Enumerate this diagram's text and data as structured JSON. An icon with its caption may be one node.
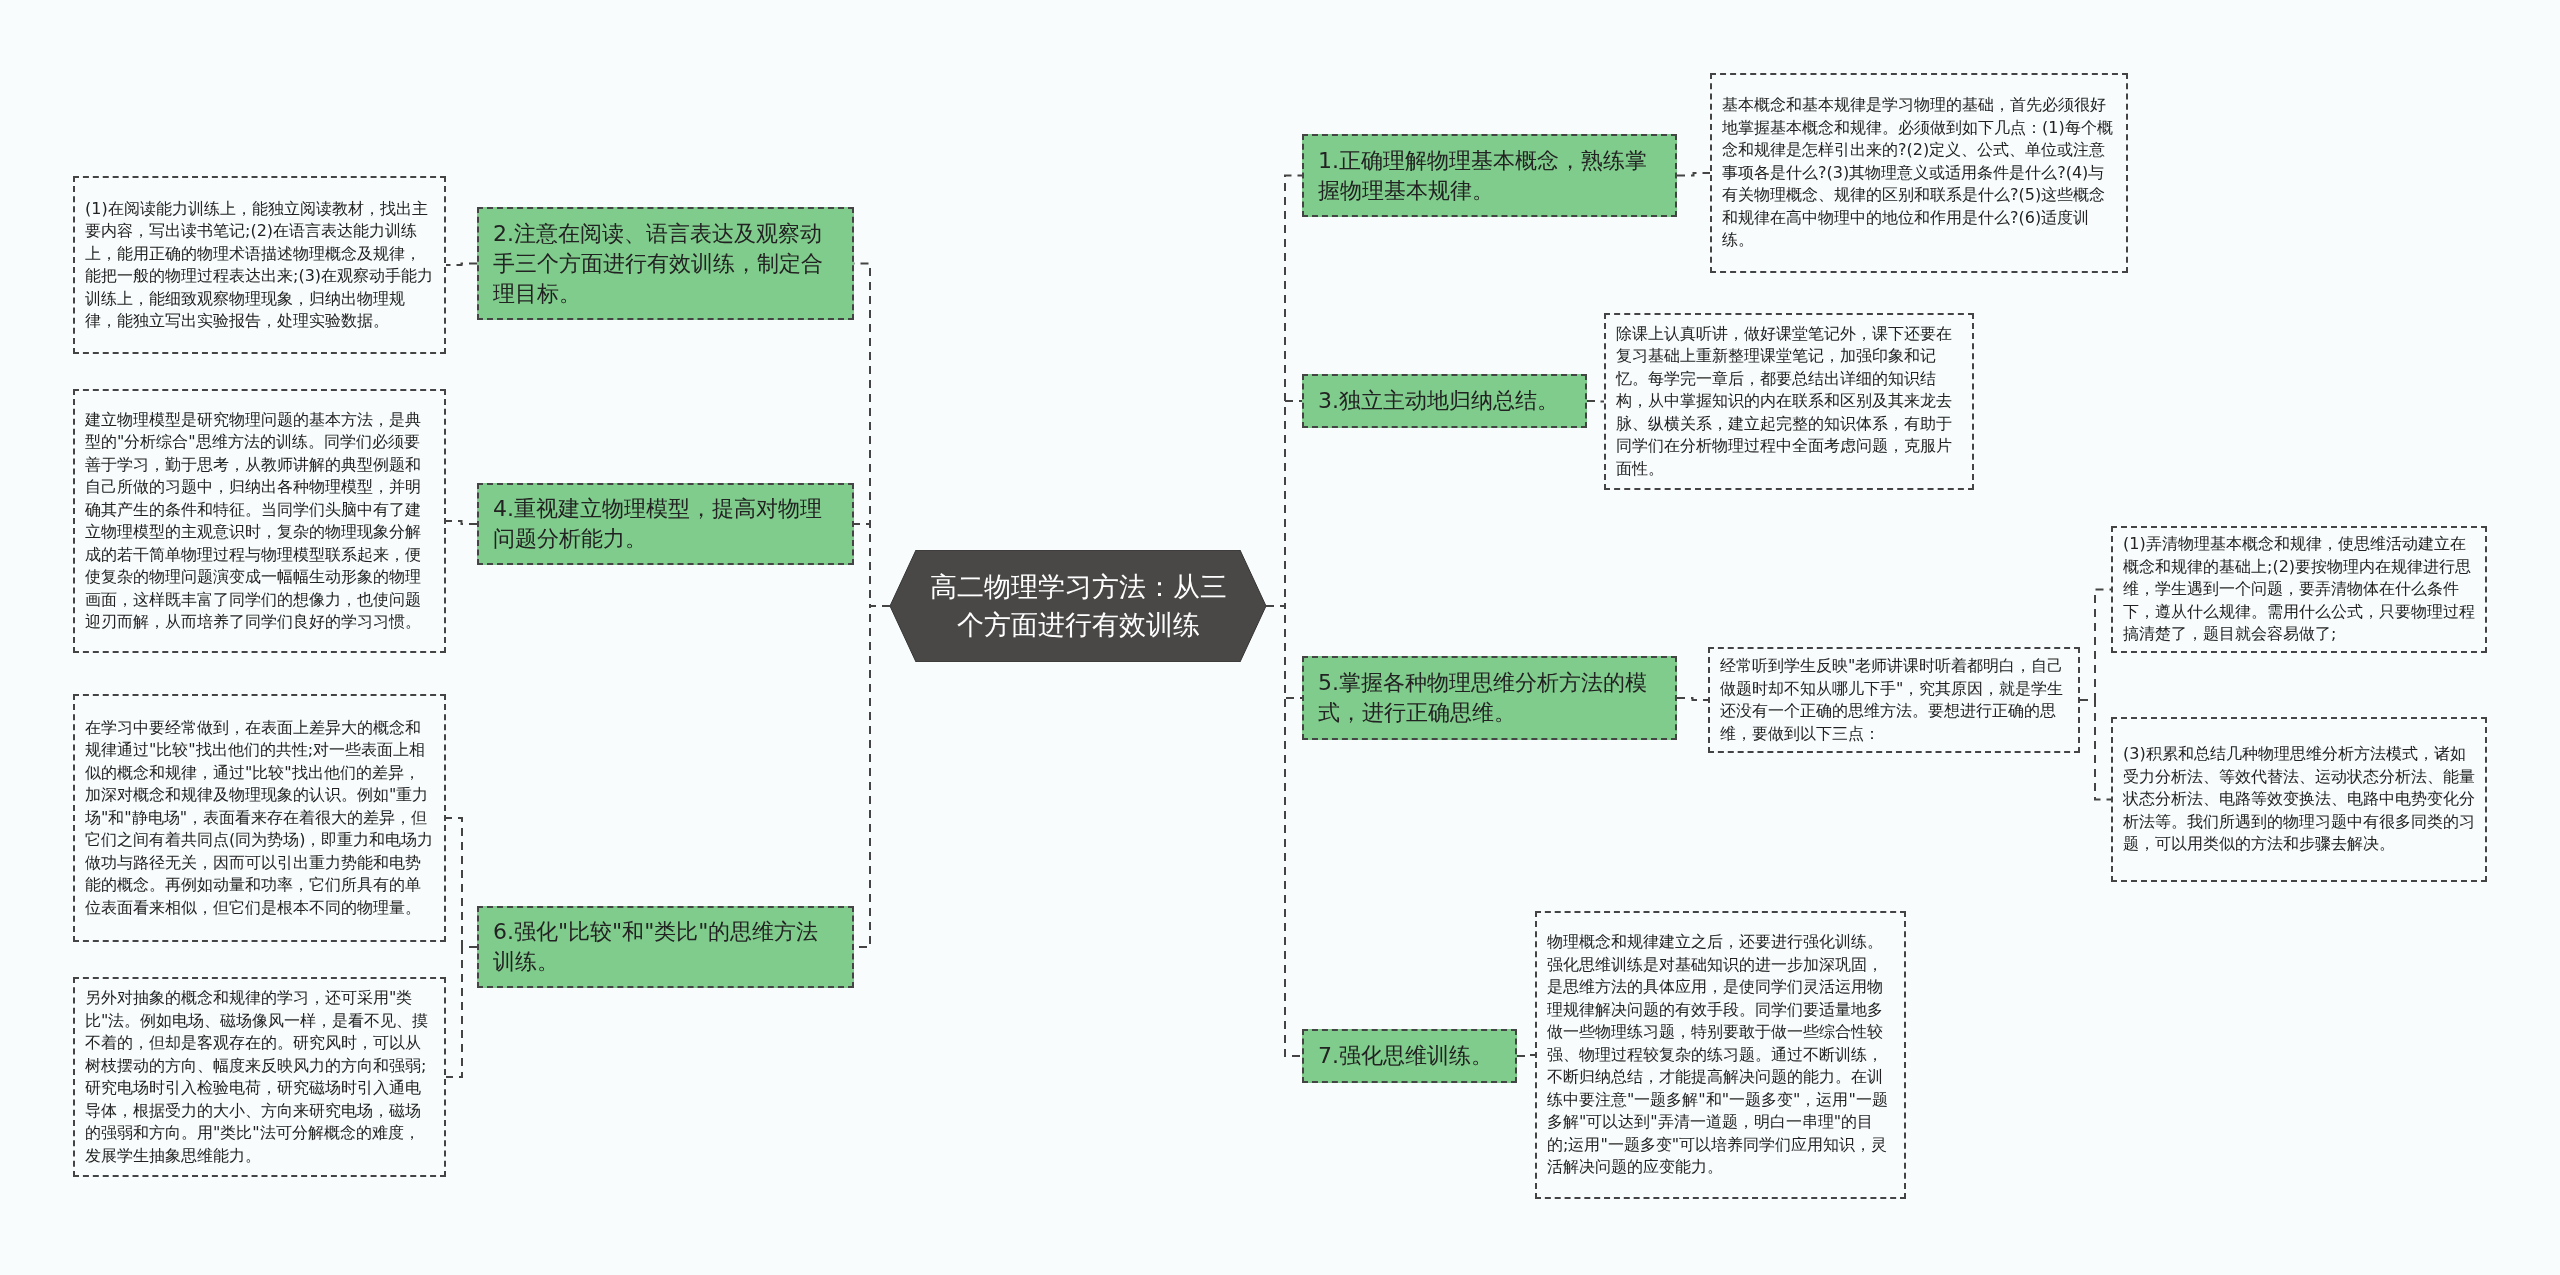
{
  "diagram": {
    "nodes": [
      {
        "text": [
          "高二物理学习方法：从三个方面进行有效训练"
        ]
      },
      {
        "text": [
          "1.正确理解物理基本概念，熟练掌握物理基本规律。"
        ]
      },
      {
        "text": [
          "基本概念和基本规律是学习物理的基础，首先必须很好地掌握基本概念和规律。必须做到如下几点：(1)每个概念和规律是怎样引出来的?(2)定义、公式、单位或注意事项各是什么?(3)其物理意义或适用条件是什么?(4)与有关物理概念、规律的区别和联系是什么?(5)这些概念和规律在高中物理中的地位和作用是什么?(6)适度训练。"
        ]
      },
      {
        "text": [
          "2.注意在阅读、语言表达及观察动手三个方面进行有效训练，制定合理目标。"
        ]
      },
      {
        "text": [
          "(1)在阅读能力训练上，能独立阅读教材，找出主要内容，写出读书笔记;(2)在语言表达能力训练上，能用正确的物理术语描述物理概念及规律，能把一般的物理过程表达出来;(3)在观察动手能力训练上，能细致观察物理现象，归纳出物理规律，能独立写出实验报告，处理实验数据。"
        ]
      },
      {
        "text": [
          "3.独立主动地归纳总结。"
        ]
      },
      {
        "text": [
          "除课上认真听讲，做好课堂笔记外，课下还要在复习基础上重新整理课堂笔记，加强印象和记忆。每学完一章后，都要总结出详细的知识结构，从中掌握知识的内在联系和区别及其来龙去脉、纵横关系，建立起完整的知识体系，有助于同学们在分析物理过程中全面考虑问题，克服片面性。"
        ]
      },
      {
        "text": [
          "4.重视建立物理模型，提高对物理问题分析能力。"
        ]
      },
      {
        "text": [
          "建立物理模型是研究物理问题的基本方法，是典型的\"分析综合\"思维方法的训练。同学们必须要善于学习，勤于思考，从教师讲解的典型例题和自己所做的习题中，归纳出各种物理模型，并明确其产生的条件和特征。当同学们头脑中有了建立物理模型的主观意识时，复杂的物理现象分解成的若干简单物理过程与物理模型联系起来，便使复杂的物理问题演变成一幅幅生动形象的物理画面，这样既丰富了同学们的想像力，也使问题迎刃而解，从而培养了同学们良好的学习习惯。"
        ]
      },
      {
        "text": [
          "5.掌握各种物理思维分析方法的模式，进行正确思维。"
        ]
      },
      {
        "text": [
          "经常听到学生反映\"老师讲课时听着都明白，自己做题时却不知从哪儿下手\"，究其原因，就是学生还没有一个正确的思维方法。要想进行正确的思维，要做到以下三点："
        ]
      },
      {
        "text": [
          "(1)弄清物理基本概念和规律，使思维活动建立在概念和规律的基础上;(2)要按物理内在规律进行思维，学生遇到一个问题，要弄清物体在什么条件下，遵从什么规律。需用什么公式，只要物理过程搞清楚了，题目就会容易做了;"
        ]
      },
      {
        "text": [
          "(3)积累和总结几种物理思维分析方法模式，诸如受力分析法、等效代替法、运动状态分析法、能量状态分析法、电路等效变换法、电路中电势变化分析法等。我们所遇到的物理习题中有很多同类的习题，可以用类似的方法和步骤去解决。"
        ]
      },
      {
        "text": [
          "6.强化\"比较\"和\"类比\"的思维方法训练。"
        ]
      },
      {
        "text": [
          "在学习中要经常做到，在表面上差异大的概念和规律通过\"比较\"找出他们的共性;对一些表面上相似的概念和规律，通过\"比较\"找出他们的差异，加深对概念和规律及物理现象的认识。例如\"重力场\"和\"静电场\"，表面看来存在着很大的差异，但它们之间有着共同点(同为势场)，即重力和电场力做功与路径无关，因而可以引出重力势能和电势能的概念。再例如动量和功率，它们所具有的单位表面看来相似，但它们是根本不同的物理量。"
        ]
      },
      {
        "text": [
          "另外对抽象的概念和规律的学习，还可采用\"类比\"法。例如电场、磁场像风一样，是看不见、摸不着的，但却是客观存在的。研究风时，可以从树枝摆动的方向、幅度来反映风力的方向和强弱;研究电场时引入检验电荷，研究磁场时引入通电导体，根据受力的大小、方向来研究电场，磁场的强弱和方向。用\"类比\"法可分解概念的难度，发展学生抽象思维能力。"
        ]
      },
      {
        "text": [
          "7.强化思维训练。"
        ]
      },
      {
        "text": [
          "物理概念和规律建立之后，还要进行强化训练。强化思维训练是对基础知识的进一步加深巩固，是思维方法的具体应用，是使同学们灵活运用物理规律解决问题的有效手段。同学们要适量地多做一些物理练习题，特别要敢于做一些综合性较强、物理过程较复杂的练习题。通过不断训练，不断归纳总结，才能提高解决问题的能力。在训练中要注意\"一题多解\"和\"一题多变\"，运用\"一题多解\"可以达到\"弄清一道题，明白一串理\"的目的;运用\"一题多变\"可以培养同学们应用知识，灵活解决问题的应变能力。"
        ]
      }
    ],
    "edges": [
      {
        "from": 0,
        "to": 1,
        "arrow": "none"
      },
      {
        "from": 1,
        "to": 2,
        "arrow": "none"
      },
      {
        "from": 0,
        "to": 3,
        "arrow": "none"
      },
      {
        "from": 3,
        "to": 4,
        "arrow": "none"
      },
      {
        "from": 0,
        "to": 5,
        "arrow": "none"
      },
      {
        "from": 5,
        "to": 6,
        "arrow": "none"
      },
      {
        "from": 0,
        "to": 7,
        "arrow": "none"
      },
      {
        "from": 7,
        "to": 8,
        "arrow": "none"
      },
      {
        "from": 0,
        "to": 9,
        "arrow": "none"
      },
      {
        "from": 9,
        "to": 10,
        "arrow": "none"
      },
      {
        "from": 10,
        "to": 11,
        "arrow": "none"
      },
      {
        "from": 10,
        "to": 12,
        "arrow": "none"
      },
      {
        "from": 0,
        "to": 13,
        "arrow": "none"
      },
      {
        "from": 13,
        "to": 14,
        "arrow": "none"
      },
      {
        "from": 13,
        "to": 15,
        "arrow": "none"
      },
      {
        "from": 0,
        "to": 16,
        "arrow": "none"
      },
      {
        "from": 16,
        "to": 17,
        "arrow": "none"
      }
    ]
  }
}
